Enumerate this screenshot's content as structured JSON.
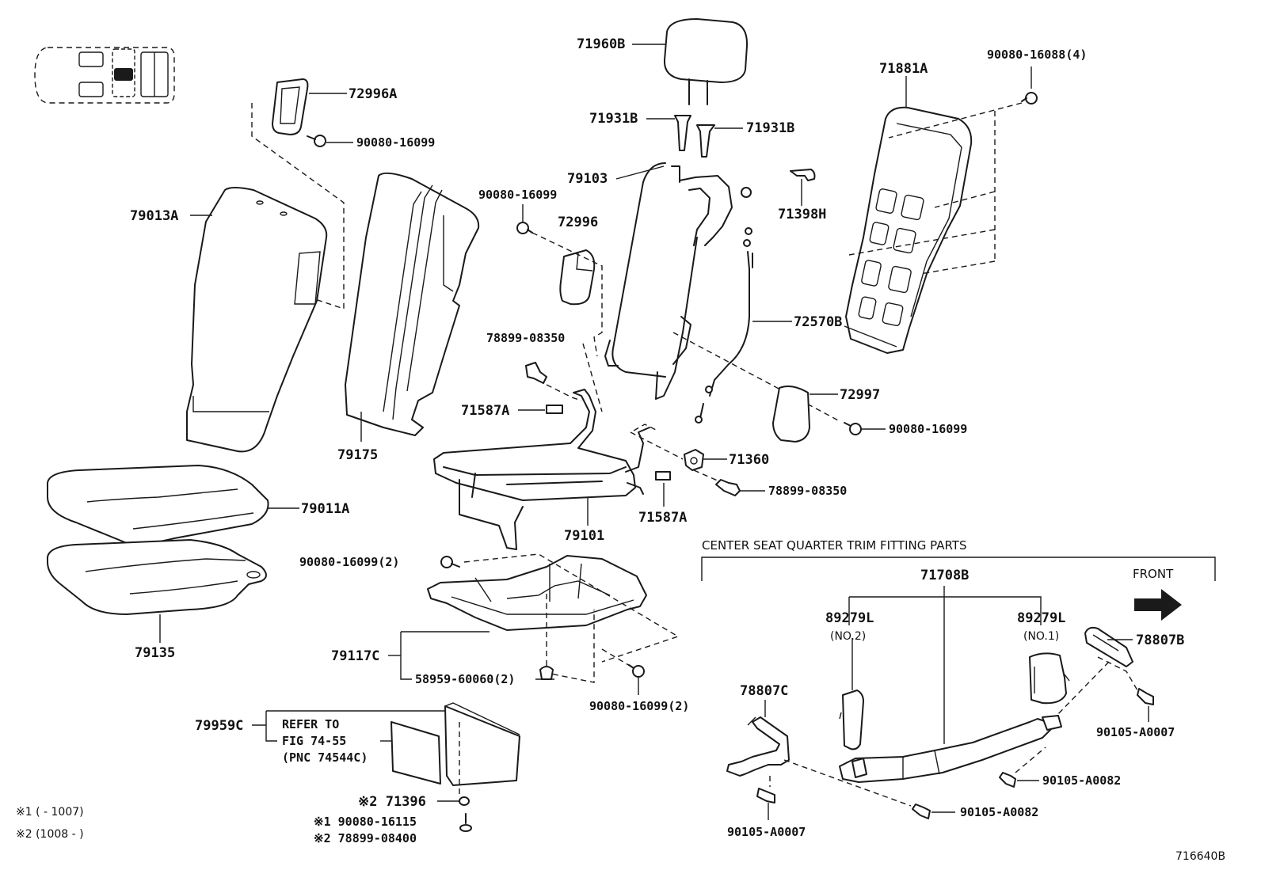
{
  "labels": {
    "p71960B": "71960B",
    "p71931B_l": "71931B",
    "p71931B_r": "71931B",
    "p79103": "79103",
    "p71881A": "71881A",
    "p90080_16088": "90080-16088(4)",
    "p71398H": "71398H",
    "p72996A": "72996A",
    "p90080_16099_a": "90080-16099",
    "p79013A": "79013A",
    "p79175": "79175",
    "p90080_16099_b": "90080-16099",
    "p72996": "72996",
    "p72570B": "72570B",
    "p78899_08350_a": "78899-08350",
    "p71587A_a": "71587A",
    "p72997": "72997",
    "p90080_16099_c": "90080-16099",
    "p71360": "71360",
    "p78899_08350_b": "78899-08350",
    "p71587A_b": "71587A",
    "p79101": "79101",
    "p79011A": "79011A",
    "p79135": "79135",
    "p90080_16099_d": "90080-16099(2)",
    "p79117C": "79117C",
    "p58959_60060": "58959-60060(2)",
    "p90080_16099_e": "90080-16099(2)",
    "p79959C": "79959C",
    "refer_1": "REFER TO",
    "refer_2": "FIG 74-55",
    "refer_3": "(PNC 74544C)",
    "p71396": "※2 71396",
    "p90080_16115": "※1 90080-16115",
    "p78899_08400": "※2 78899-08400",
    "note1": "※1 (      - 1007)",
    "note2": "※2 (1008 -      )",
    "section_title": "CENTER SEAT QUARTER TRIM FITTING PARTS",
    "p71708B": "71708B",
    "p89279L_2": "89279L",
    "no2": "(NO.2)",
    "p89279L_1": "89279L",
    "no1": "(NO.1)",
    "front": "FRONT",
    "p78807B": "78807B",
    "p78807C": "78807C",
    "p90105_A0007_r": "90105-A0007",
    "p90105_A0082_r": "90105-A0082",
    "p90105_A0082_l": "90105-A0082",
    "p90105_A0007_l": "90105-A0007",
    "fig_id": "716640B"
  },
  "icons": {
    "vehicle_locator": "vehicle-top-view-icon",
    "front_arrow": "right-arrow-icon"
  },
  "colors": {
    "line": "#1a1a1a",
    "background": "#ffffff"
  }
}
